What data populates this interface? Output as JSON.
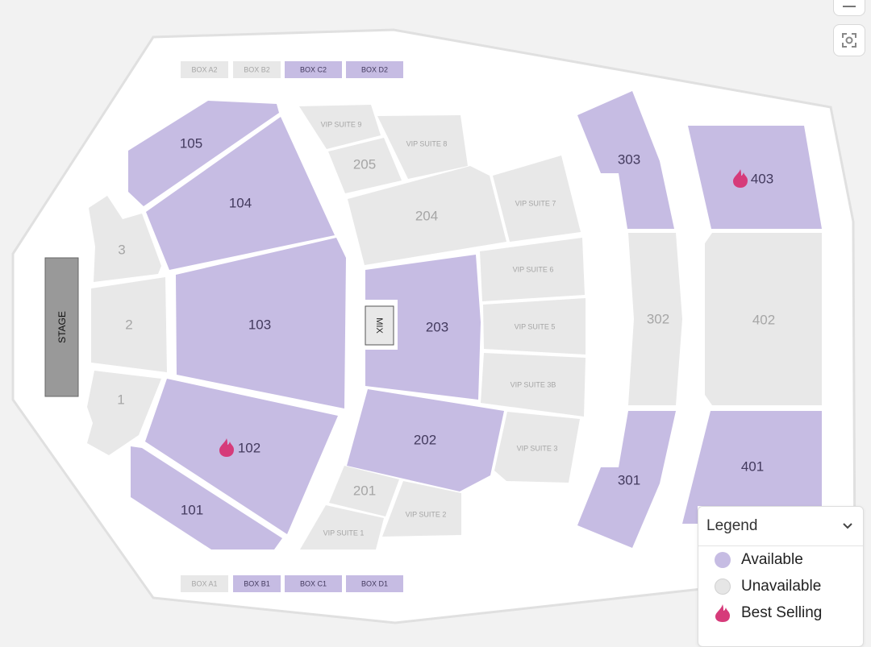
{
  "colors": {
    "available_fill": "#c6bce3",
    "available_text": "#433a5e",
    "unavailable_fill": "#e8e8e8",
    "unavailable_text": "#a6a6a6",
    "stage_fill": "#999999",
    "best_selling": "#d63b7a",
    "venue_bg": "#ffffff",
    "outer_bg": "#f2f2f2"
  },
  "stage": {
    "label": "STAGE"
  },
  "mix": {
    "label": "MIX"
  },
  "boxes": {
    "a2": "BOX A2",
    "b2": "BOX B2",
    "c2": "BOX C2",
    "d2": "BOX D2",
    "a1": "BOX A1",
    "b1": "BOX B1",
    "c1": "BOX C1",
    "d1": "BOX D1"
  },
  "sections": {
    "s1": "1",
    "s2": "2",
    "s3": "3",
    "s101": "101",
    "s102": "102",
    "s103": "103",
    "s104": "104",
    "s105": "105",
    "s201": "201",
    "s202": "202",
    "s203": "203",
    "s204": "204",
    "s205": "205",
    "s301": "301",
    "s302": "302",
    "s303": "303",
    "s401": "401",
    "s402": "402",
    "s403": "403"
  },
  "vip_suites": {
    "v1": "VIP SUITE 1",
    "v2": "VIP SUITE 2",
    "v3": "VIP SUITE 3",
    "v3b": "VIP SUITE 3B",
    "v5": "VIP SUITE 5",
    "v6": "VIP SUITE 6",
    "v7": "VIP SUITE 7",
    "v8": "VIP SUITE 8",
    "v9": "VIP SUITE 9"
  },
  "legend": {
    "title": "Legend",
    "toggle_icon": "chevron-down-icon",
    "items": [
      {
        "label": "Available",
        "icon": "available-swatch"
      },
      {
        "label": "Unavailable",
        "icon": "unavailable-swatch"
      },
      {
        "label": "Best Selling",
        "icon": "flame-icon"
      }
    ]
  },
  "controls": {
    "zoom_out_icon": "minus-icon",
    "recenter_icon": "recenter-icon"
  }
}
